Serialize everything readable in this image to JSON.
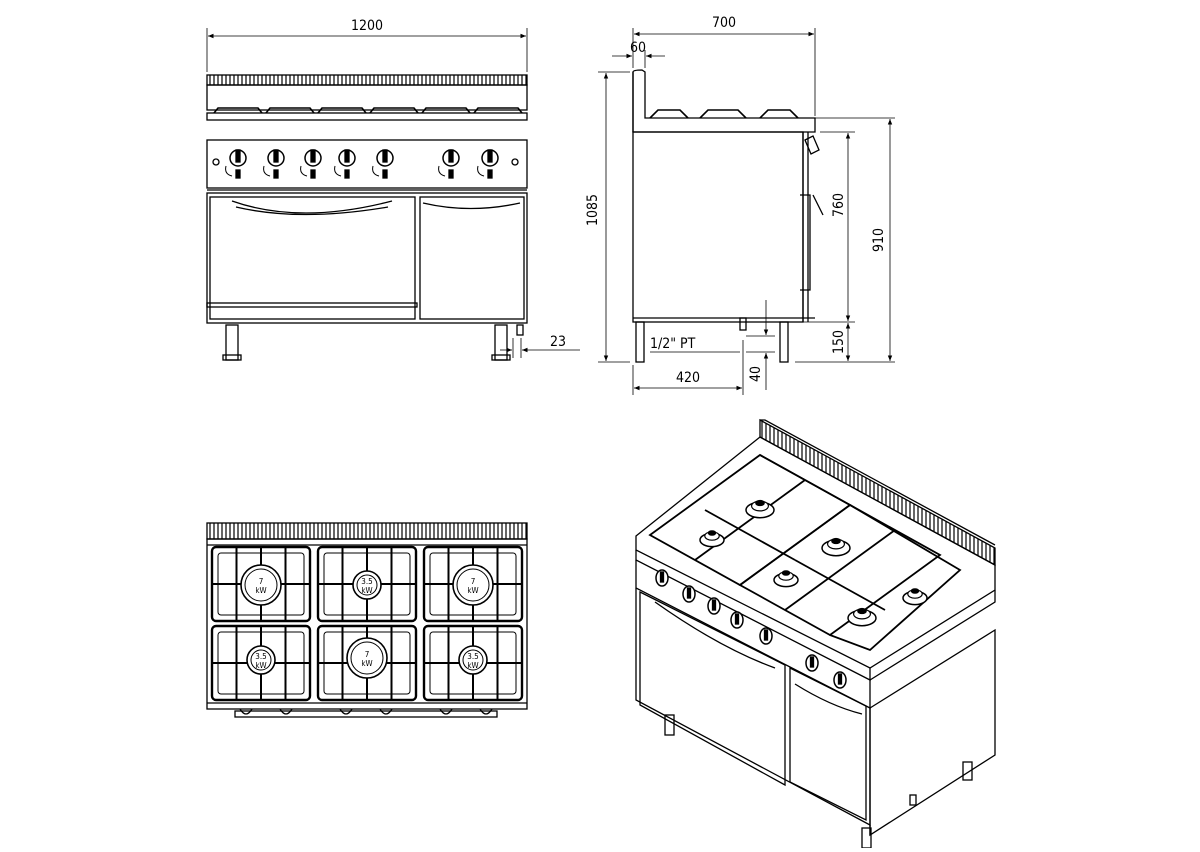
{
  "front_view": {
    "width_label": "1200",
    "foot_label": "23"
  },
  "side_view": {
    "depth_label": "700",
    "upstand_label": "60",
    "height_label": "1085",
    "oven_label": "760",
    "worktop_label": "910",
    "leg_label": "150",
    "gas_label": "1/2\" PT",
    "inlet_depth_label": "420",
    "inlet_height_label": "40"
  },
  "top_view": {
    "burners": [
      {
        "power": "7",
        "unit": "kW"
      },
      {
        "power": "3.5",
        "unit": "kW"
      },
      {
        "power": "7",
        "unit": "kW"
      },
      {
        "power": "3.5",
        "unit": "kW"
      },
      {
        "power": "7",
        "unit": "kW"
      },
      {
        "power": "3.5",
        "unit": "kW"
      }
    ]
  },
  "colors": {
    "line": "#000000",
    "background": "#ffffff"
  }
}
